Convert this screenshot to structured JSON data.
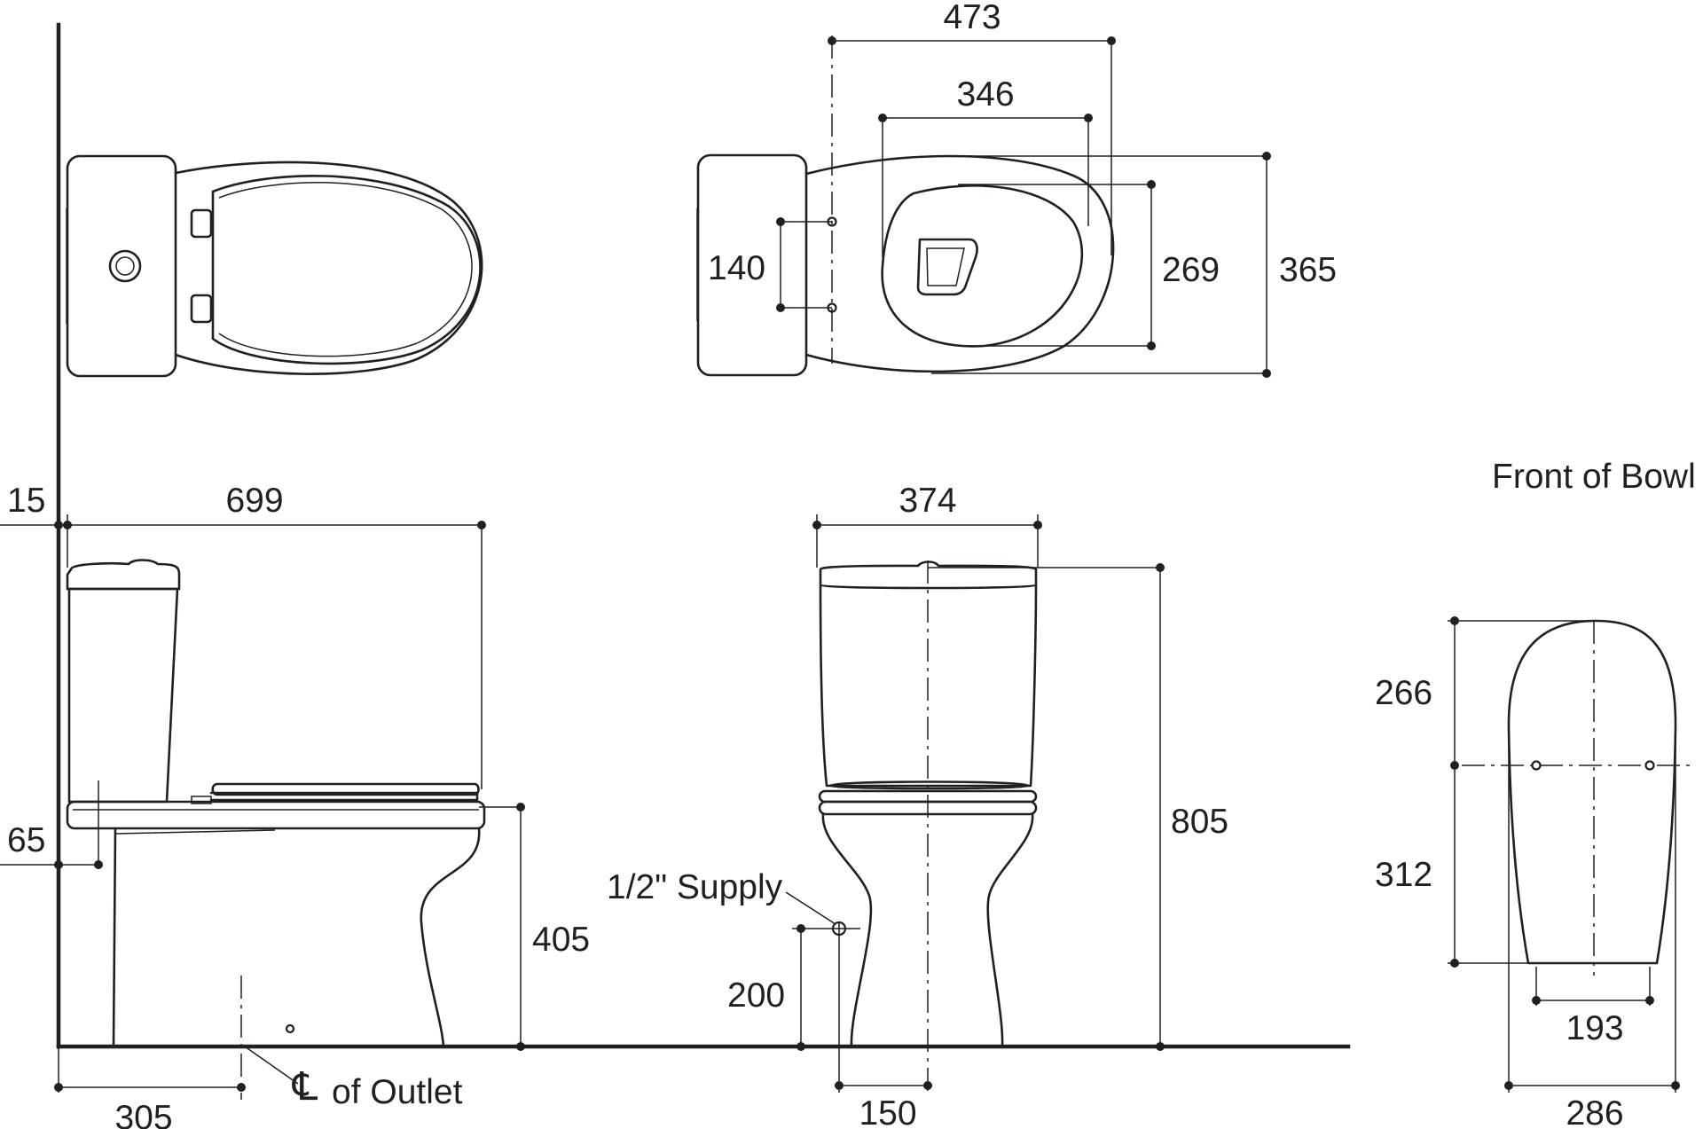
{
  "colors": {
    "ink": "#231f20",
    "paper": "#ffffff"
  },
  "labels": {
    "front_of_bowl": "Front of Bowl",
    "supply": "1/2\" Supply",
    "outlet": "of Outlet",
    "centerline_symbol": "℄"
  },
  "dimensions": {
    "plan_width_473": "473",
    "plan_width_346": "346",
    "plan_height_365": "365",
    "plan_height_269": "269",
    "plan_bolt_140": "140",
    "side_offset_15": "15",
    "side_length_699": "699",
    "side_offset_65": "65",
    "side_seat_height_405": "405",
    "side_outlet_305": "305",
    "front_width_374": "374",
    "front_height_805": "805",
    "front_supply_200": "200",
    "front_supply_150": "150",
    "bowl_266": "266",
    "bowl_312": "312",
    "bowl_193": "193",
    "bowl_286": "286"
  }
}
